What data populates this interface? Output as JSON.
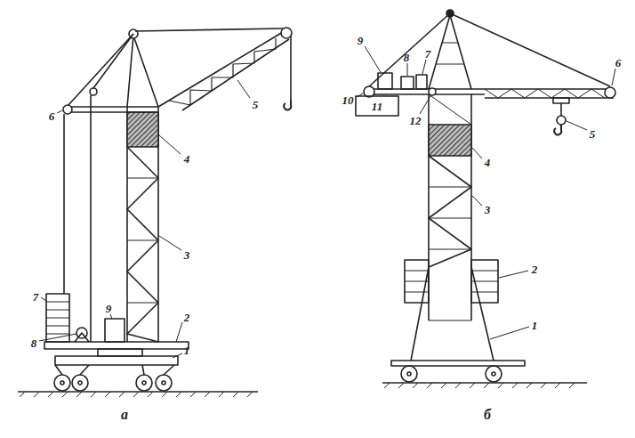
{
  "diagram": {
    "labels": [
      "6",
      "4",
      "5",
      "3",
      "7",
      "8",
      "9",
      "2",
      "1",
      "а",
      "9",
      "8",
      "7",
      "6",
      "10",
      "11",
      "12",
      "4",
      "5",
      "3",
      "2",
      "1",
      "б"
    ]
  }
}
